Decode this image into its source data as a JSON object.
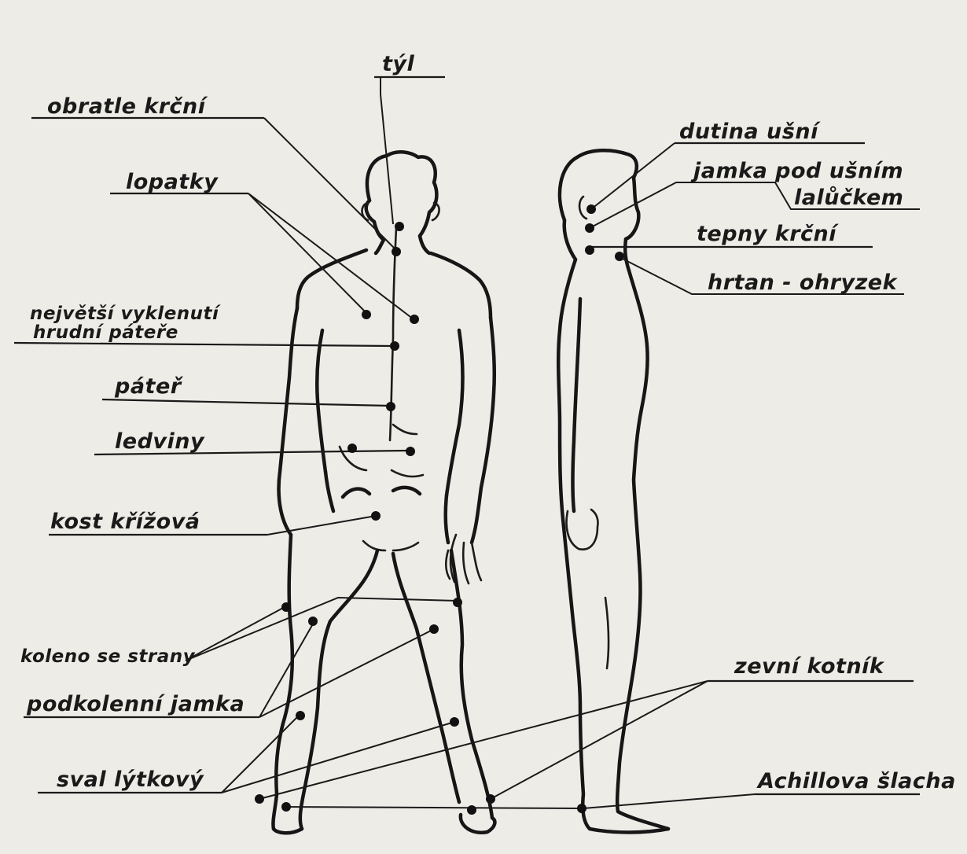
{
  "labels": {
    "tyl": "týl",
    "obratle_krcni": "obratle krční",
    "lopatky": "lopatky",
    "nejvetsi_1": "největší vyklenutí",
    "nejvetsi_2": "hrudní páteře",
    "pater": "páteř",
    "ledviny": "ledviny",
    "kost_krizova": "kost křížová",
    "koleno": "koleno se strany",
    "podkolenni": "podkolenní jamka",
    "sval": "sval lýtkový",
    "dutina": "dutina ušní",
    "jamka_1": "jamka pod ušním",
    "jamka_2": "lalůčkem",
    "tepny": "tepny krční",
    "hrtan": "hrtan - ohryzek",
    "zevni": "zevní kotník",
    "achillova": "Achillova šlacha"
  },
  "colors": {
    "paper": "#eeece6",
    "ink": "#1a1a1a"
  }
}
